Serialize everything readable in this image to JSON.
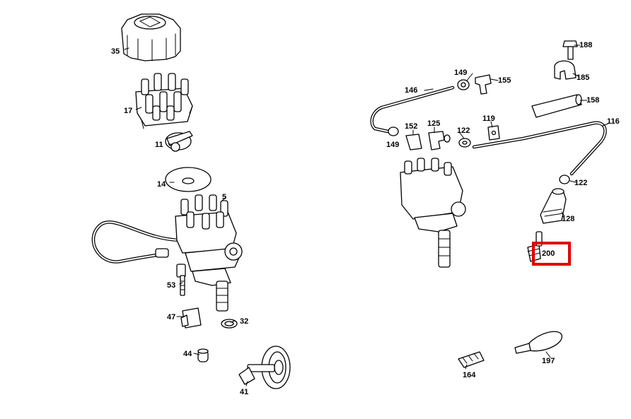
{
  "labels": {
    "l35": "35",
    "l17": "17",
    "l11": "11",
    "l14": "14",
    "l5": "5",
    "l53": "53",
    "l47": "47",
    "l32": "32",
    "l44": "44",
    "l41": "41",
    "l146": "146",
    "l149a": "149",
    "l155": "155",
    "l188": "188",
    "l185": "185",
    "l158": "158",
    "l116": "116",
    "l152": "152",
    "l125": "125",
    "l119": "119",
    "l122a": "122",
    "l149b": "149",
    "l122b": "122",
    "l128": "128",
    "l200": "200",
    "l164": "164",
    "l197": "197"
  },
  "highlight": {
    "part": "200",
    "color": "#e00000"
  }
}
